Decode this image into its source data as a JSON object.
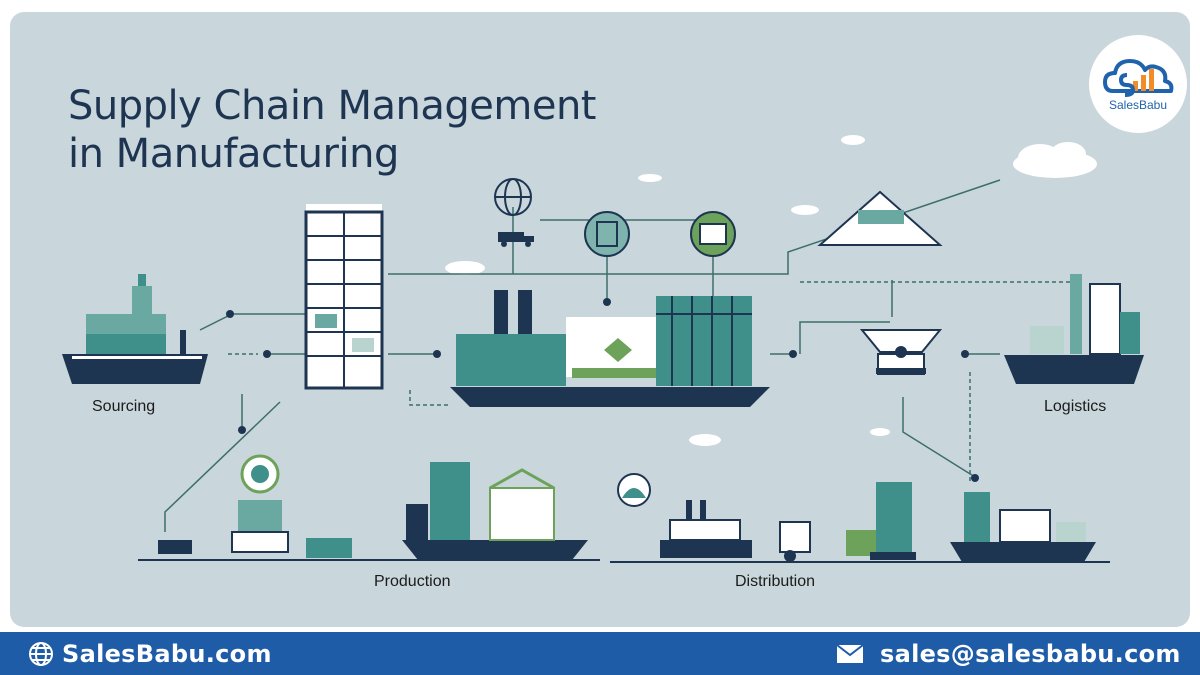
{
  "title": {
    "line1": "Supply Chain Management",
    "line2": "in Manufacturing"
  },
  "logo": {
    "text": "SalesBabu",
    "icon": "cloud-chart-icon"
  },
  "stages": {
    "sourcing": "Sourcing",
    "production": "Production",
    "distribution": "Distribution",
    "logistics": "Logistics"
  },
  "footer": {
    "website": "SalesBabu.com",
    "email": "sales@salesbabu.com",
    "website_icon": "globe-icon",
    "email_icon": "envelope-icon"
  },
  "colors": {
    "background": "#c9d6dc",
    "navy": "#1e3552",
    "teal": "#3f8f8a",
    "green": "#6da25a",
    "footer": "#1e5ca8"
  }
}
